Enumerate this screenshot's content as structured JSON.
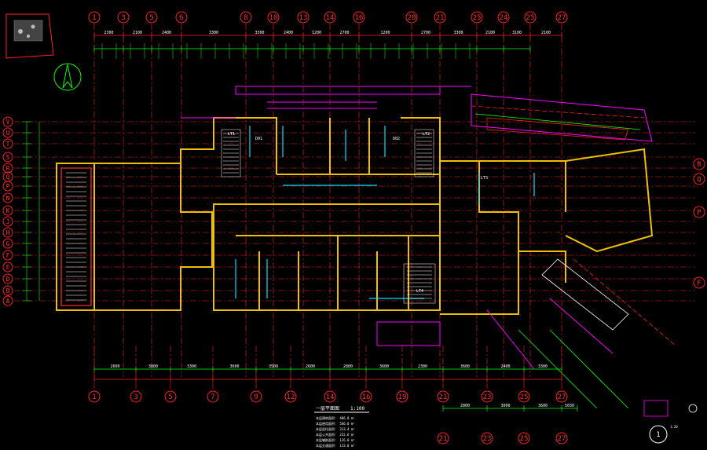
{
  "axes_top": [
    {
      "label": "1",
      "color": "#ff3030"
    },
    {
      "label": "3",
      "color": "#ff3030"
    },
    {
      "label": "5",
      "color": "#ff3030"
    },
    {
      "label": "6",
      "color": "#ff3030"
    },
    {
      "label": "8",
      "color": "#ff3030"
    },
    {
      "label": "10",
      "color": "#ff3030"
    },
    {
      "label": "13",
      "color": "#ff3030"
    },
    {
      "label": "14",
      "color": "#ff3030"
    },
    {
      "label": "16",
      "color": "#ff3030"
    },
    {
      "label": "20",
      "color": "#ff3030"
    },
    {
      "label": "21",
      "color": "#ff3030"
    },
    {
      "label": "25",
      "color": "#ff3030"
    },
    {
      "label": "24",
      "color": "#ff3030"
    },
    {
      "label": "25",
      "color": "#ff3030"
    },
    {
      "label": "27",
      "color": "#ff3030"
    }
  ],
  "axes_bottom": [
    {
      "label": "1"
    },
    {
      "label": "3"
    },
    {
      "label": "5"
    },
    {
      "label": "7"
    },
    {
      "label": "9"
    },
    {
      "label": "12"
    },
    {
      "label": "14"
    },
    {
      "label": "16"
    },
    {
      "label": "19"
    },
    {
      "label": "21"
    },
    {
      "label": "23"
    },
    {
      "label": "25"
    },
    {
      "label": "27"
    }
  ],
  "axes_left": [
    {
      "label": "V"
    },
    {
      "label": "U"
    },
    {
      "label": "T"
    },
    {
      "label": "S"
    },
    {
      "label": "R"
    },
    {
      "label": "Q"
    },
    {
      "label": "P"
    },
    {
      "label": "N"
    },
    {
      "label": "K"
    },
    {
      "label": "J"
    },
    {
      "label": "H"
    },
    {
      "label": "G"
    },
    {
      "label": "F"
    },
    {
      "label": "E"
    },
    {
      "label": "D"
    },
    {
      "label": "B"
    },
    {
      "label": "A"
    }
  ],
  "axes_right": [
    {
      "label": "R"
    },
    {
      "label": "Q"
    },
    {
      "label": "P"
    },
    {
      "label": "F"
    }
  ],
  "dims_top": [
    "2300",
    "2100",
    "2400",
    "3300",
    "3300",
    "2400",
    "1200",
    "2700",
    "1200",
    "2700",
    "3300",
    "2100",
    "3100",
    "2100"
  ],
  "dims_bottom": [
    "2600",
    "3800",
    "3300",
    "3600",
    "3500",
    "2600",
    "2800",
    "3600",
    "2300",
    "3600",
    "2400",
    "3300",
    "3300"
  ],
  "dims_bottom_right": [
    "2800",
    "3000",
    "3600",
    "5030"
  ],
  "rooms": [
    {
      "label": "LT1",
      "color": "#ffffff"
    },
    {
      "label": "LT2",
      "color": "#ffffff"
    },
    {
      "label": "LT3",
      "color": "#ffffff"
    },
    {
      "label": "LT4",
      "color": "#ffffff"
    },
    {
      "label": "D01",
      "color": "#ffffff"
    },
    {
      "label": "D02",
      "color": "#ffffff"
    }
  ],
  "title_block": {
    "heading": "一层平面图",
    "scale": "1:100",
    "lines": [
      "本层建筑面积： 486.0 m²",
      "本层使用面积： 566.0 m²",
      "本层居住面积： 313.4 m²",
      "本层公共面积： 232.6 m²",
      "本层辅助面积： 126.0 m²",
      "本层交通面积： 133.0 m²"
    ]
  },
  "detail_marker": {
    "label": "1",
    "scale": "1:20"
  },
  "colors": {
    "background": "#000000",
    "axis_red": "#ff2020",
    "wall_yellow": "#f0c000",
    "dim_green": "#00ff00",
    "stairs_white": "#ffffff",
    "magenta": "#ff00ff",
    "cyan": "#00e0ff"
  }
}
